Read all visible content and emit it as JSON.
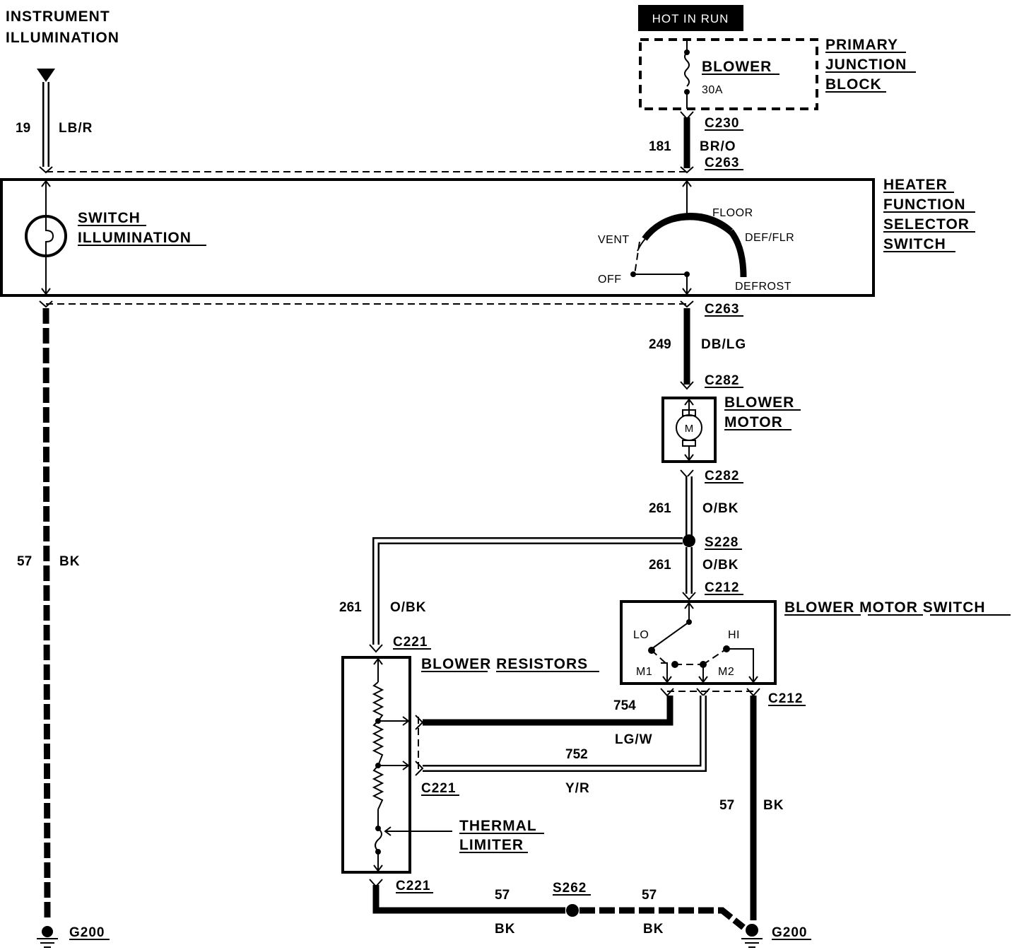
{
  "labels": {
    "instrument_illumination": [
      "INSTRUMENT",
      "ILLUMINATION"
    ],
    "hot_in_run": "HOT IN RUN",
    "primary_junction_block": [
      "PRIMARY",
      "JUNCTION",
      "BLOCK"
    ],
    "blower_fuse": "BLOWER",
    "fuse_rating": "30A",
    "heater_function_selector_switch": [
      "HEATER",
      "FUNCTION",
      "SELECTOR",
      "SWITCH"
    ],
    "switch_illumination": [
      "SWITCH",
      "ILLUMINATION"
    ],
    "selector_positions": {
      "floor": "FLOOR",
      "vent": "VENT",
      "def_flr": "DEF/FLR",
      "off": "OFF",
      "defrost": "DEFROST"
    },
    "blower_motor": [
      "BLOWER",
      "MOTOR"
    ],
    "motor_symbol": "M",
    "blower_motor_switch": "BLOWER MOTOR SWITCH",
    "motor_switch_positions": {
      "lo": "LO",
      "hi": "HI",
      "m1": "M1",
      "m2": "M2"
    },
    "blower_resistors": "BLOWER RESISTORS",
    "thermal_limiter": [
      "THERMAL",
      "LIMITER"
    ]
  },
  "connectors": {
    "c230": "C230",
    "c263_top": "C263",
    "c263_bottom": "C263",
    "c282_top": "C282",
    "c282_bottom": "C282",
    "s228": "S228",
    "c212_top": "C212",
    "c212_bottom": "C212",
    "c221_top": "C221",
    "c221_mid": "C221",
    "c221_bottom": "C221",
    "s262": "S262",
    "g200_left": "G200",
    "g200_right": "G200"
  },
  "wires": {
    "w19": {
      "number": "19",
      "color": "LB/R"
    },
    "w181": {
      "number": "181",
      "color": "BR/O"
    },
    "w57_left": {
      "number": "57",
      "color": "BK"
    },
    "w249": {
      "number": "249",
      "color": "DB/LG"
    },
    "w261_a": {
      "number": "261",
      "color": "O/BK"
    },
    "w261_b": {
      "number": "261",
      "color": "O/BK"
    },
    "w261_c": {
      "number": "261",
      "color": "O/BK"
    },
    "w754": {
      "number": "754",
      "color": "LG/W"
    },
    "w752": {
      "number": "752",
      "color": "Y/R"
    },
    "w57_right": {
      "number": "57",
      "color": "BK"
    },
    "w57_bottom_left": {
      "number": "57",
      "color": "BK"
    },
    "w57_bottom_right": {
      "number": "57",
      "color": "BK"
    }
  }
}
